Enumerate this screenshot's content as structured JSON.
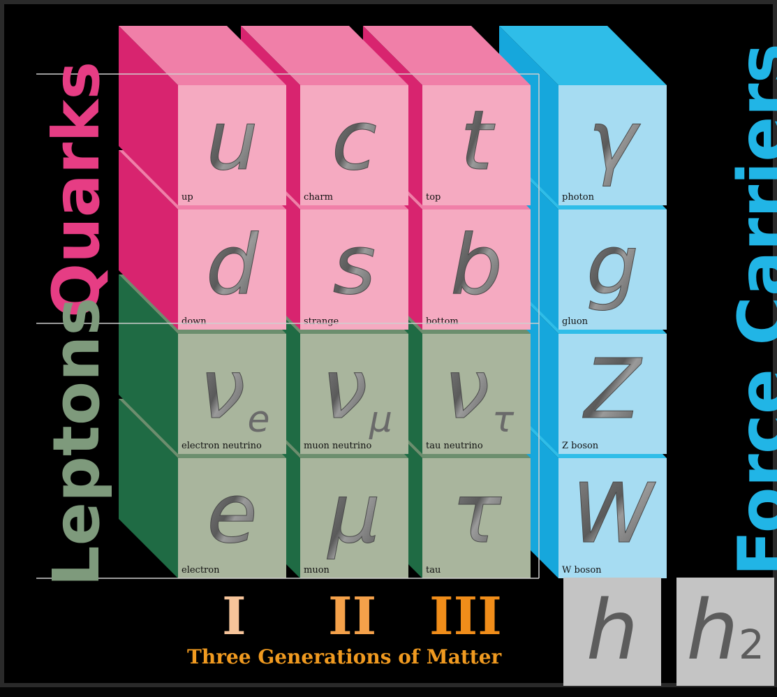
{
  "categories": {
    "quarks": "Quarks",
    "leptons": "Leptons",
    "force_carriers": "Force Carriers"
  },
  "particles": [
    {
      "symbol": "u",
      "name": "up",
      "kind": "quark"
    },
    {
      "symbol": "c",
      "name": "charm",
      "kind": "quark"
    },
    {
      "symbol": "t",
      "name": "top",
      "kind": "quark"
    },
    {
      "symbol": "γ",
      "name": "photon",
      "kind": "boson"
    },
    {
      "symbol": "d",
      "name": "down",
      "kind": "quark"
    },
    {
      "symbol": "s",
      "name": "strange",
      "kind": "quark"
    },
    {
      "symbol": "b",
      "name": "bottom",
      "kind": "quark"
    },
    {
      "symbol": "g",
      "name": "gluon",
      "kind": "boson"
    },
    {
      "symbol": "ν",
      "sub": "e",
      "name": "electron neutrino",
      "kind": "lepton"
    },
    {
      "symbol": "ν",
      "sub": "μ",
      "name": "muon neutrino",
      "kind": "lepton"
    },
    {
      "symbol": "ν",
      "sub": "τ",
      "name": "tau neutrino",
      "kind": "lepton"
    },
    {
      "symbol": "Z",
      "name": "Z boson",
      "kind": "boson"
    },
    {
      "symbol": "e",
      "name": "electron",
      "kind": "lepton"
    },
    {
      "symbol": "μ",
      "name": "muon",
      "kind": "lepton"
    },
    {
      "symbol": "τ",
      "name": "tau",
      "kind": "lepton"
    },
    {
      "symbol": "W",
      "name": "W boson",
      "kind": "boson"
    }
  ],
  "generations": {
    "numerals": [
      "I",
      "II",
      "III"
    ],
    "caption": "Three Generations of Matter"
  },
  "higgs": [
    {
      "symbol": "h",
      "sub": ""
    },
    {
      "symbol": "h",
      "sub": "2"
    }
  ],
  "colors": {
    "quark_front": "#f5aac1",
    "quark_top": "#f07fa8",
    "quark_side": "#d8246f",
    "lepton_front": "#a9b59d",
    "lepton_top": "#6c8e6e",
    "lepton_side": "#1f6b44",
    "boson_front": "#a6dcf2",
    "boson_top": "#2fbde8",
    "boson_side": "#16a7dc",
    "quarks_label": "#e63d84",
    "leptons_label": "#7e9a7c",
    "force_label": "#21b5e6",
    "numeral_1": "#f6c49a",
    "numeral_2": "#f4a14a",
    "numeral_3": "#f08d1a",
    "caption": "#f09a20",
    "higgs_bg": "#c4c4c4",
    "higgs_text": "#5c5c5c",
    "symbol": "#666666",
    "name_text": "#111111",
    "guide_line": "#cfcfcf"
  }
}
